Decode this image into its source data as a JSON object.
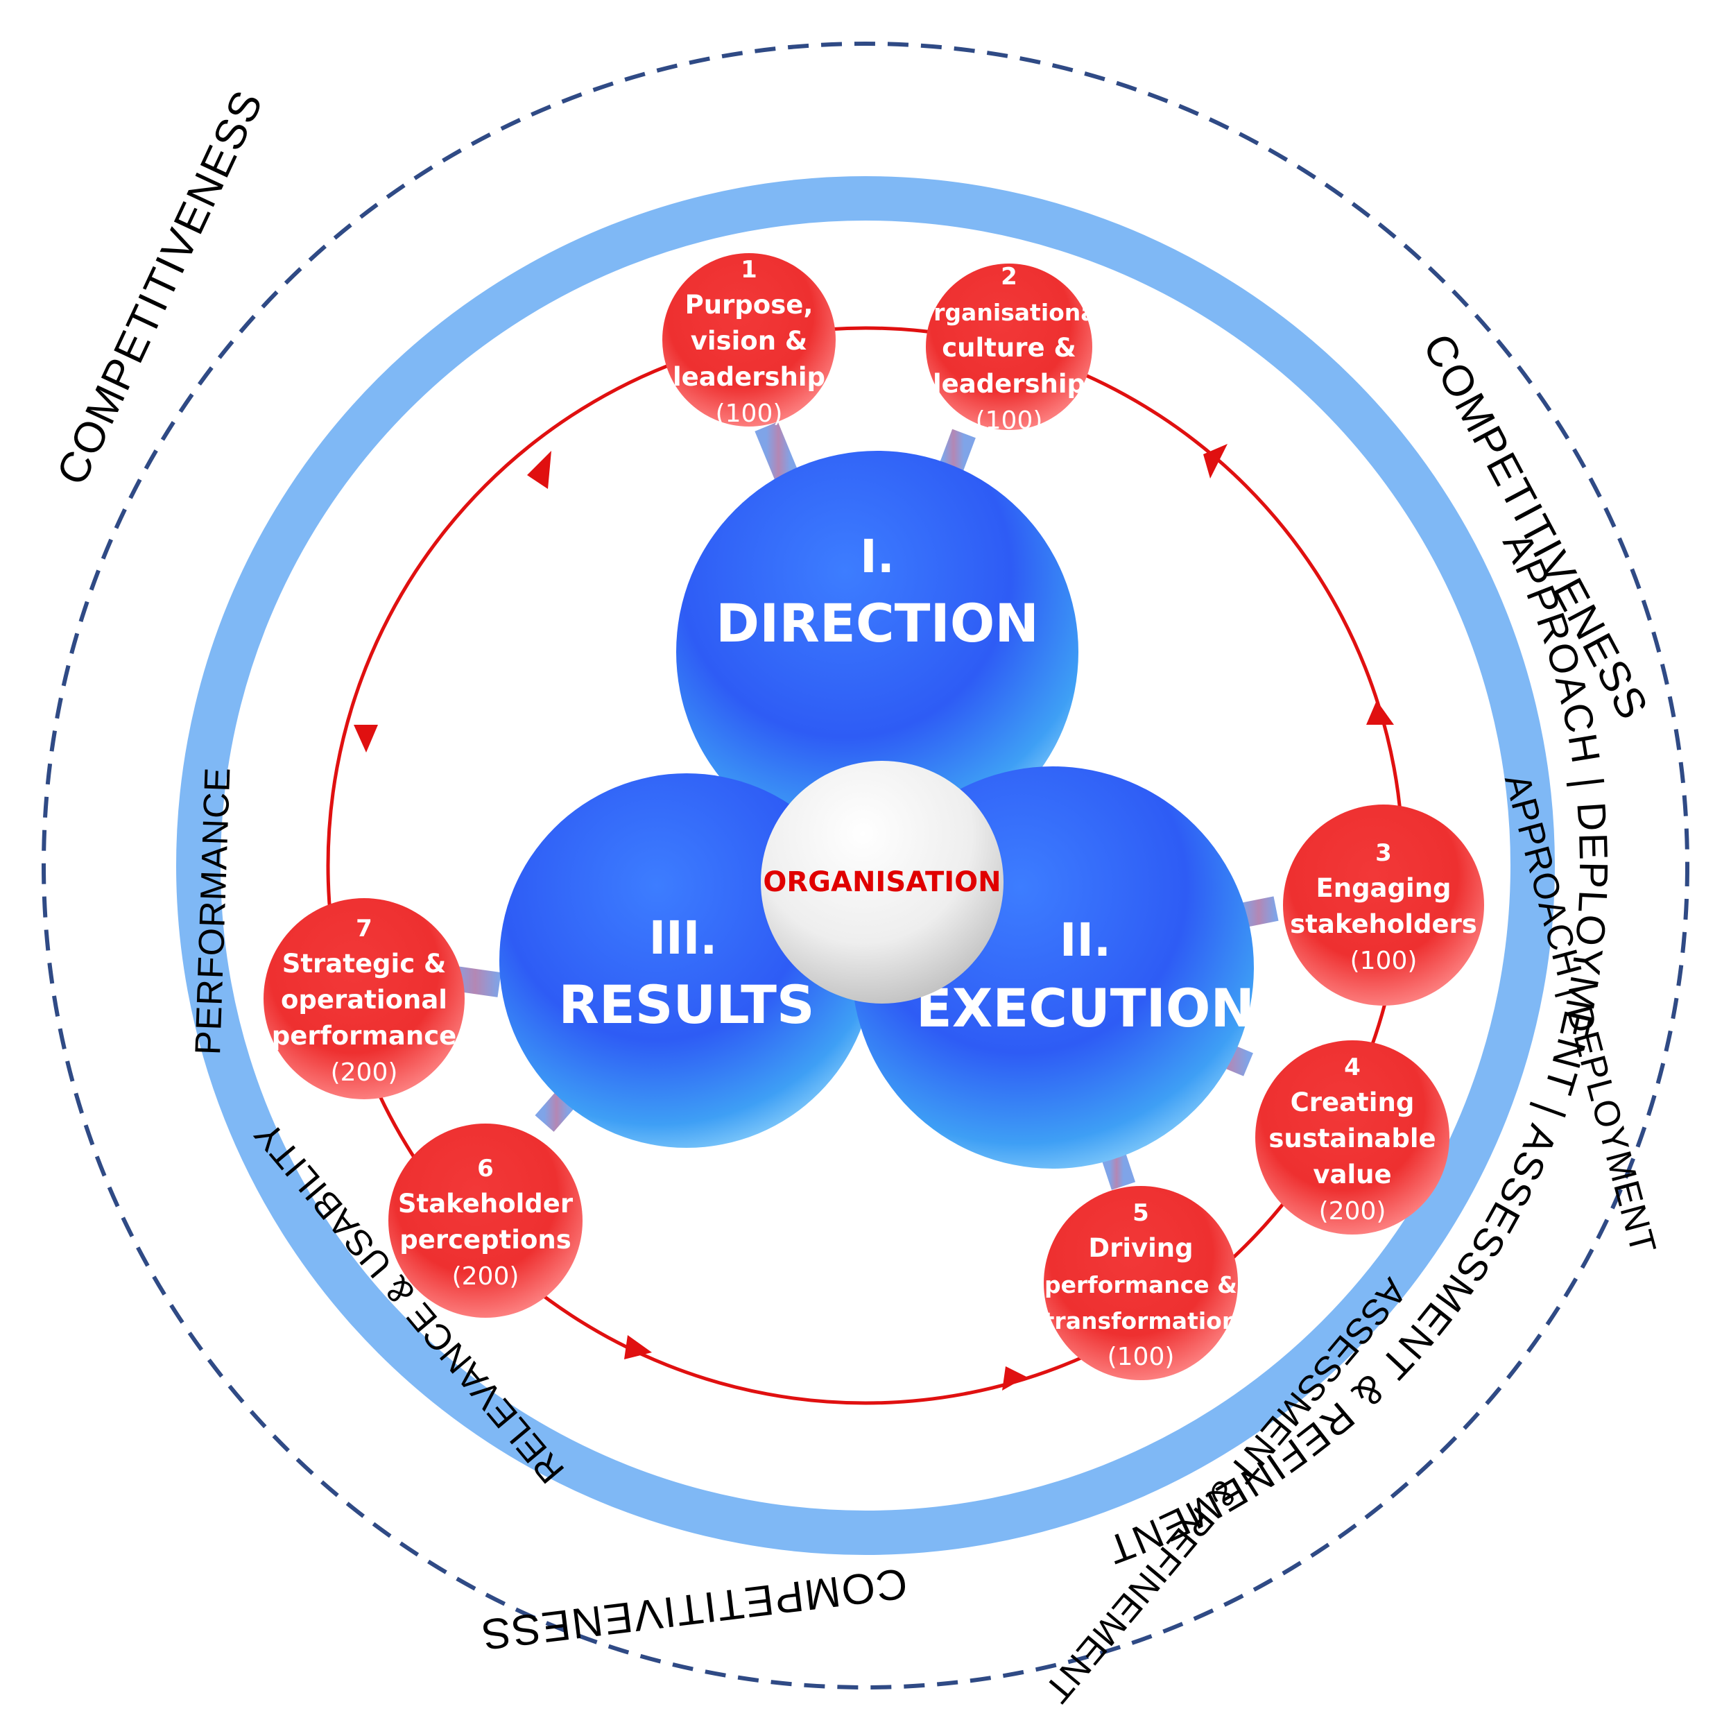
{
  "outer_ring": {
    "labels": [
      "COMPETITIVENESS",
      "COMPETITIVENESS",
      "COMPETITIVENESS"
    ]
  },
  "band": {
    "top_labels": [
      "APPROACH",
      "DEPLOYMENT",
      "ASSESSMENT & REFINEMENT"
    ],
    "right_labels": [
      "APPROACH",
      "DEPLOYMENT",
      "ASSESSMENT & REFINEMENT"
    ],
    "left_labels": [
      "RELEVANCE & USABILITY",
      "PERFORMANCE"
    ],
    "separator": "|"
  },
  "center": {
    "label": "ORGANISATION"
  },
  "pillars": [
    {
      "numeral": "I.",
      "name": "DIRECTION"
    },
    {
      "numeral": "II.",
      "name": "EXECUTION"
    },
    {
      "numeral": "III.",
      "name": "RESULTS"
    }
  ],
  "criteria": [
    {
      "number": "1",
      "lines": [
        "Purpose,",
        "vision &",
        "leadership"
      ],
      "points": "(100)"
    },
    {
      "number": "2",
      "lines": [
        "Organisational",
        "culture &",
        "leadership"
      ],
      "points": "(100)"
    },
    {
      "number": "3",
      "lines": [
        "Engaging",
        "stakeholders"
      ],
      "points": "(100)"
    },
    {
      "number": "4",
      "lines": [
        "Creating",
        "sustainable",
        "value"
      ],
      "points": "(200)"
    },
    {
      "number": "5",
      "lines": [
        "Driving",
        "performance &",
        "transformation"
      ],
      "points": "(100)"
    },
    {
      "number": "6",
      "lines": [
        "Stakeholder",
        "perceptions"
      ],
      "points": "(200)"
    },
    {
      "number": "7",
      "lines": [
        "Strategic &",
        "operational",
        "performance"
      ],
      "points": "(200)"
    }
  ],
  "colors": {
    "dashed_ring": "#2f4a85",
    "band": "#7fb8f5",
    "cycle": "#e01010",
    "pillar": "#3a6ff0",
    "criterion": "#f23a3a",
    "org_text": "#e00000"
  }
}
